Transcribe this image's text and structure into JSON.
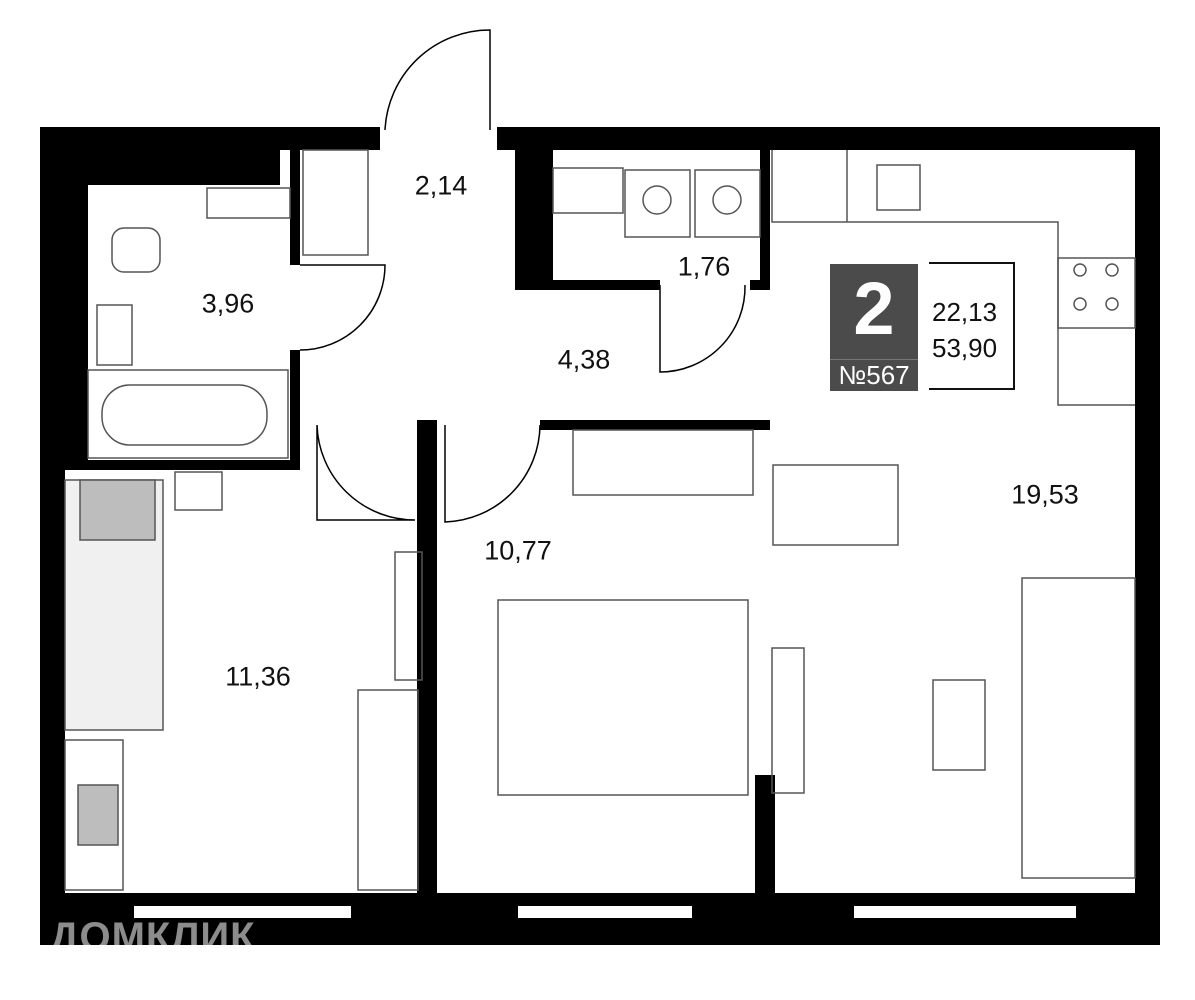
{
  "plan": {
    "rooms": [
      {
        "id": "bathroom",
        "area": "3,96"
      },
      {
        "id": "hall-closet",
        "area": "2,14"
      },
      {
        "id": "laundry",
        "area": "1,76"
      },
      {
        "id": "corridor",
        "area": "4,38"
      },
      {
        "id": "bedroom-left",
        "area": "11,36"
      },
      {
        "id": "bedroom-middle",
        "area": "10,77"
      },
      {
        "id": "living-kitchen",
        "area": "19,53"
      }
    ],
    "badge": {
      "rooms": "2",
      "apartment": "№567",
      "living_area": "22,13",
      "total_area": "53,90"
    },
    "watermark": "ДОМКЛИК",
    "colors": {
      "wall": "#000000",
      "badge": "#4b4b4b",
      "furniture": "#bdbdbd"
    }
  }
}
